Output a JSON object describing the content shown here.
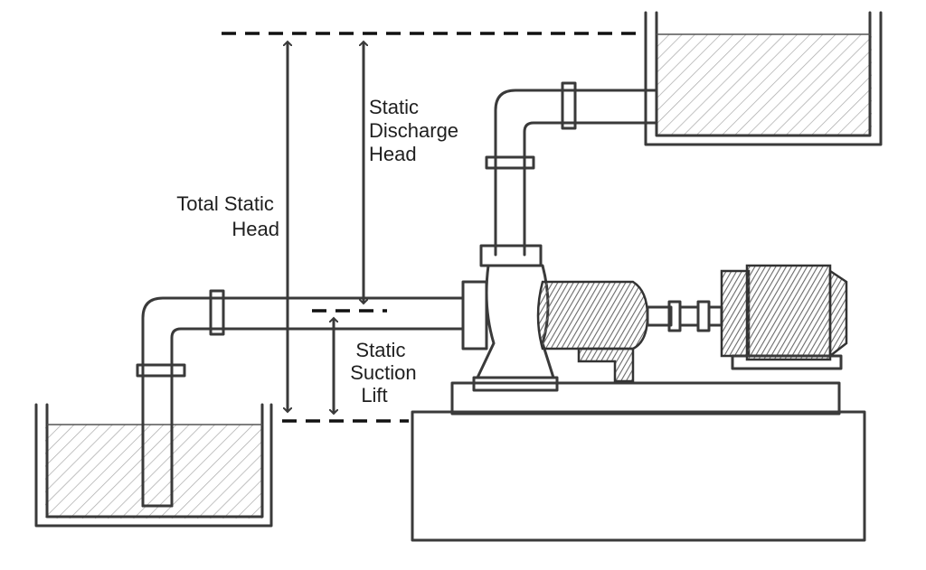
{
  "colors": {
    "background": "#ffffff",
    "ink": "#3a3a3a",
    "water_hatch": "#9a9a9a",
    "motor_shade": "#5a5a5a"
  },
  "labels": {
    "total_static_head": [
      "Total Static",
      "Head"
    ],
    "static_discharge_head": [
      "Static",
      "Discharge",
      "Head"
    ],
    "static_suction_lift": [
      "Static",
      "Suction",
      "Lift"
    ]
  },
  "icons": {
    "suction_tank": "open-tank",
    "discharge_tank": "open-tank",
    "pump": "centrifugal-pump",
    "motor": "electric-motor",
    "base": "concrete-plinth"
  }
}
